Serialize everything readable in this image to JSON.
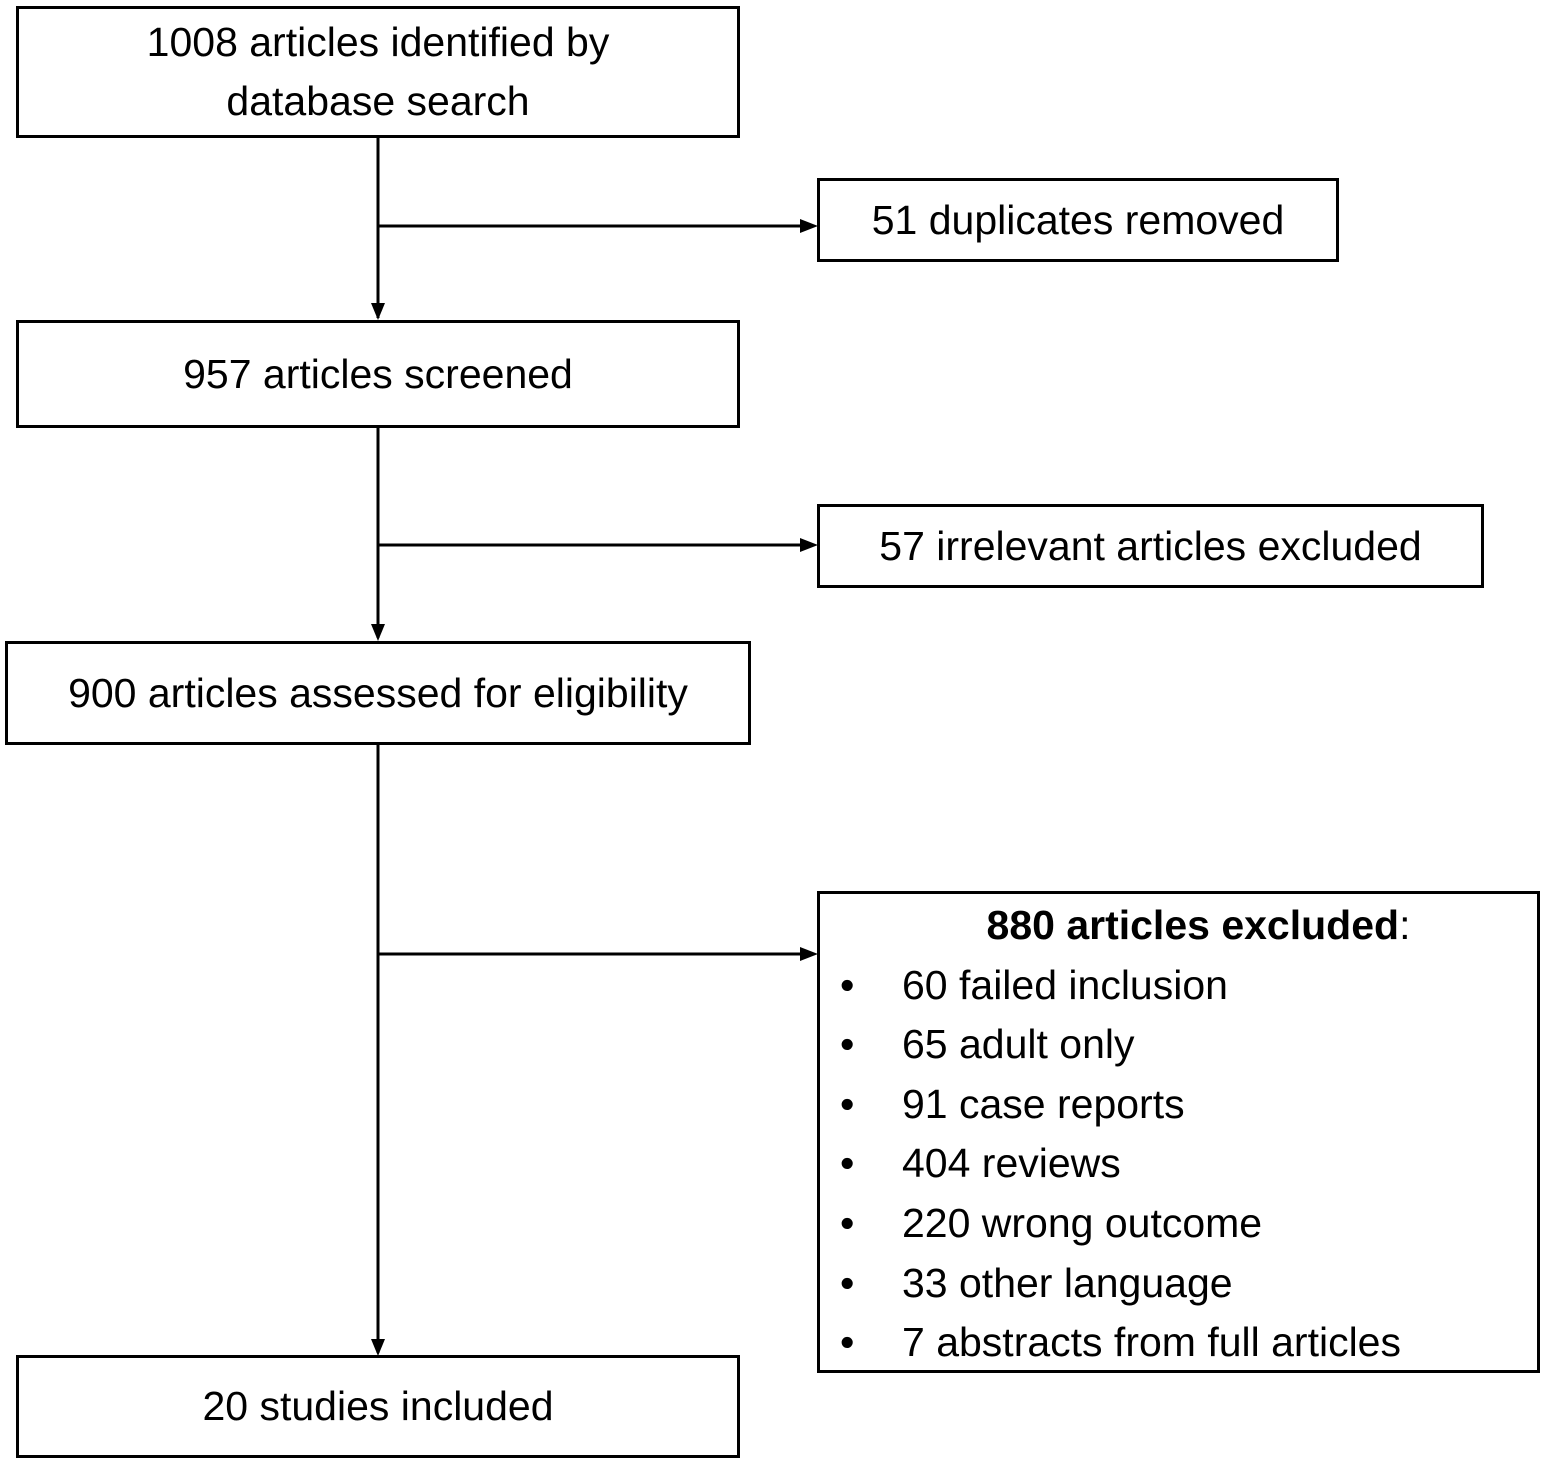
{
  "flow": {
    "identified": "1008 articles identified by database search",
    "identified_line1": "1008 articles identified by",
    "identified_line2": "database search",
    "duplicates": "51 duplicates removed",
    "screened": "957 articles screened",
    "irrelevant": "57 irrelevant articles excluded",
    "assessed": "900 articles assessed for eligibility",
    "included": "20 studies included"
  },
  "exclusions": {
    "title_bold": "880 articles excluded",
    "title_suffix": ":",
    "bullet": "•",
    "items": [
      "60 failed inclusion",
      "65 adult only",
      "91 case reports",
      "404 reviews",
      "220 wrong outcome",
      "33 other language",
      "7 abstracts from full articles"
    ]
  }
}
